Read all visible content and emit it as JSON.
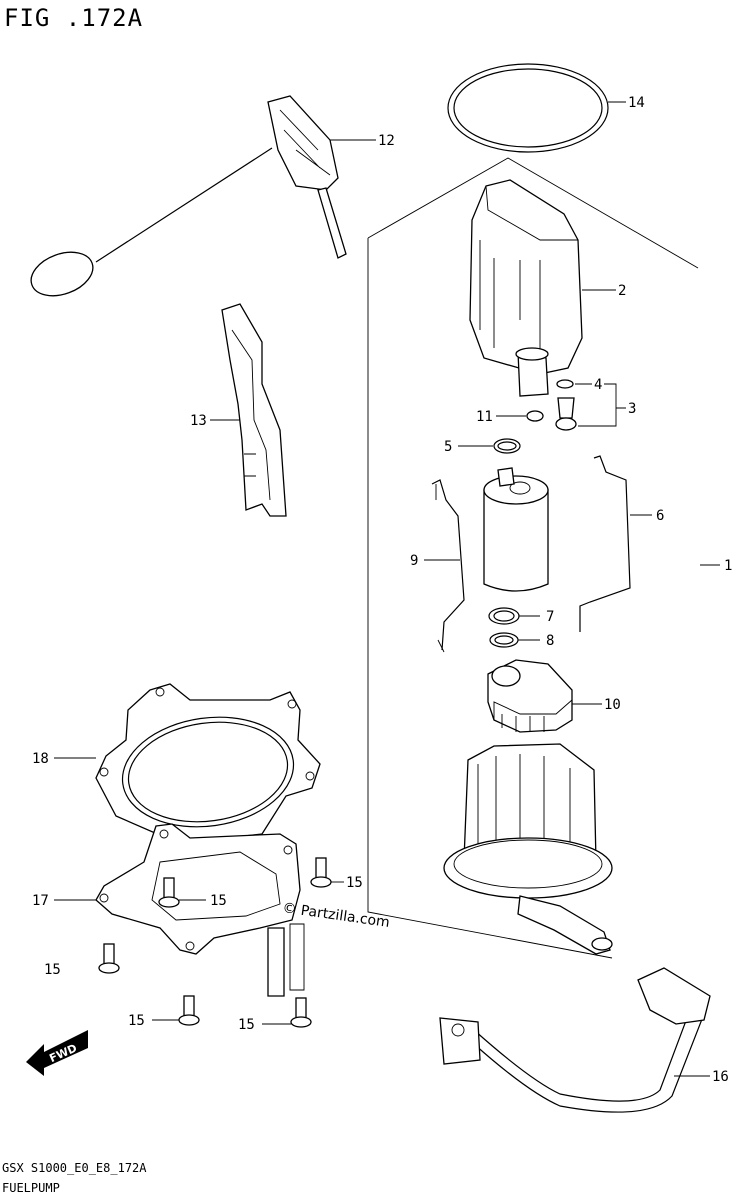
{
  "figure": {
    "title": "FIG .172A"
  },
  "footer": {
    "code": "GSX S1000_E0_E8_172A",
    "name": "FUELPUMP"
  },
  "watermark": "© Partzilla.com",
  "badge": {
    "fwd": "FWD"
  },
  "callouts": {
    "c1": "1",
    "c2": "2",
    "c3": "3",
    "c4": "4",
    "c5": "5",
    "c6": "6",
    "c7": "7",
    "c8": "8",
    "c9": "9",
    "c10": "10",
    "c11": "11",
    "c12": "12",
    "c13": "13",
    "c14": "14",
    "c15a": "15",
    "c15b": "15",
    "c15c": "15",
    "c15d": "15",
    "c15e": "15",
    "c16": "16",
    "c17": "17",
    "c18": "18"
  }
}
